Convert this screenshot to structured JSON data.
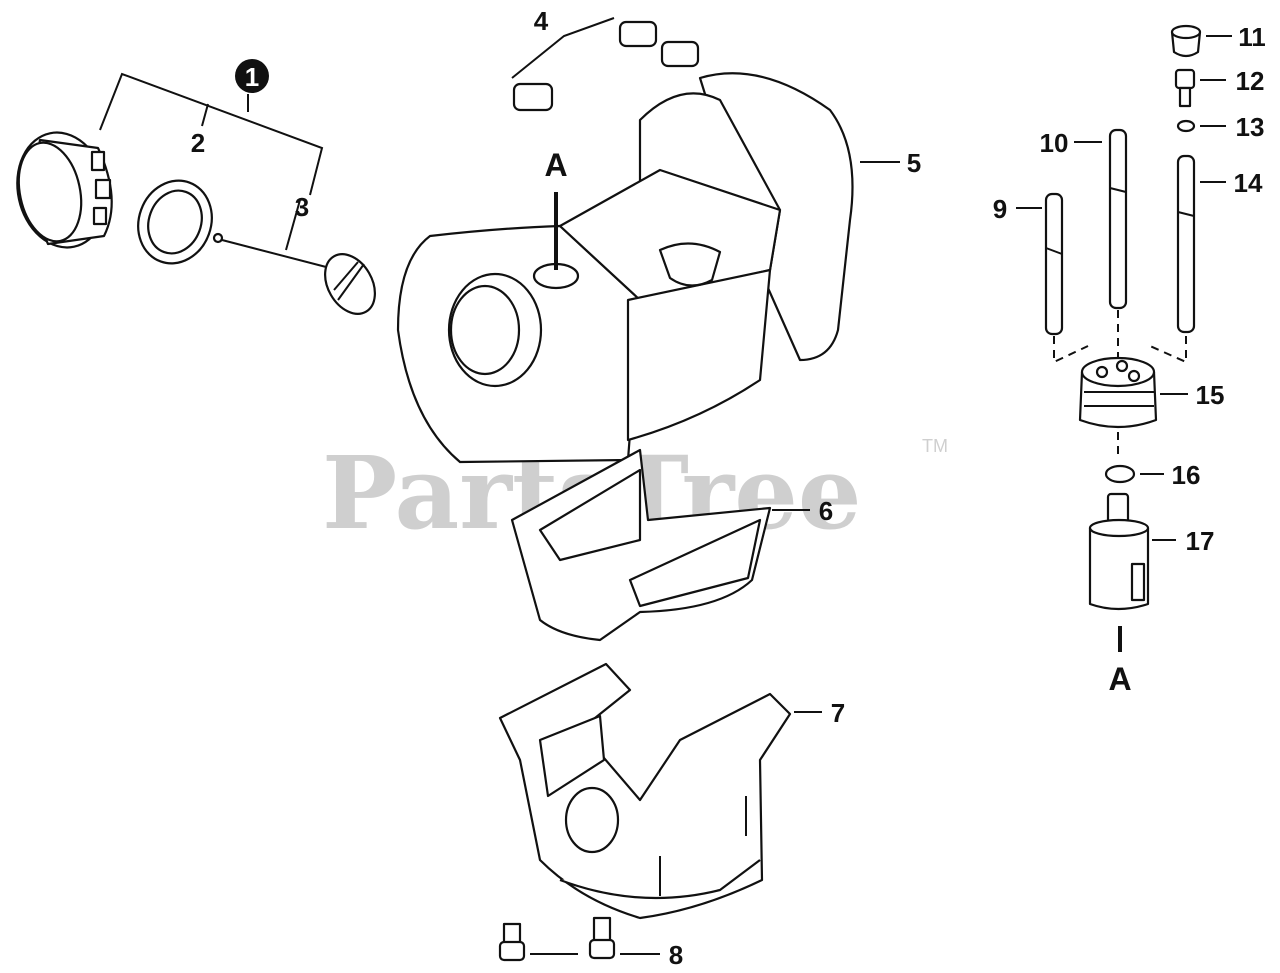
{
  "watermark": {
    "text": "PartsTree",
    "trademark": "TM"
  },
  "reference_marker": "A",
  "callouts": [
    {
      "id": "1",
      "label": "1"
    },
    {
      "id": "2",
      "label": "2"
    },
    {
      "id": "3",
      "label": "3"
    },
    {
      "id": "4",
      "label": "4"
    },
    {
      "id": "5",
      "label": "5"
    },
    {
      "id": "6",
      "label": "6"
    },
    {
      "id": "7",
      "label": "7"
    },
    {
      "id": "8",
      "label": "8"
    },
    {
      "id": "9",
      "label": "9"
    },
    {
      "id": "10",
      "label": "10"
    },
    {
      "id": "11",
      "label": "11"
    },
    {
      "id": "12",
      "label": "12"
    },
    {
      "id": "13",
      "label": "13"
    },
    {
      "id": "14",
      "label": "14"
    },
    {
      "id": "15",
      "label": "15"
    },
    {
      "id": "16",
      "label": "16"
    },
    {
      "id": "17",
      "label": "17"
    }
  ]
}
